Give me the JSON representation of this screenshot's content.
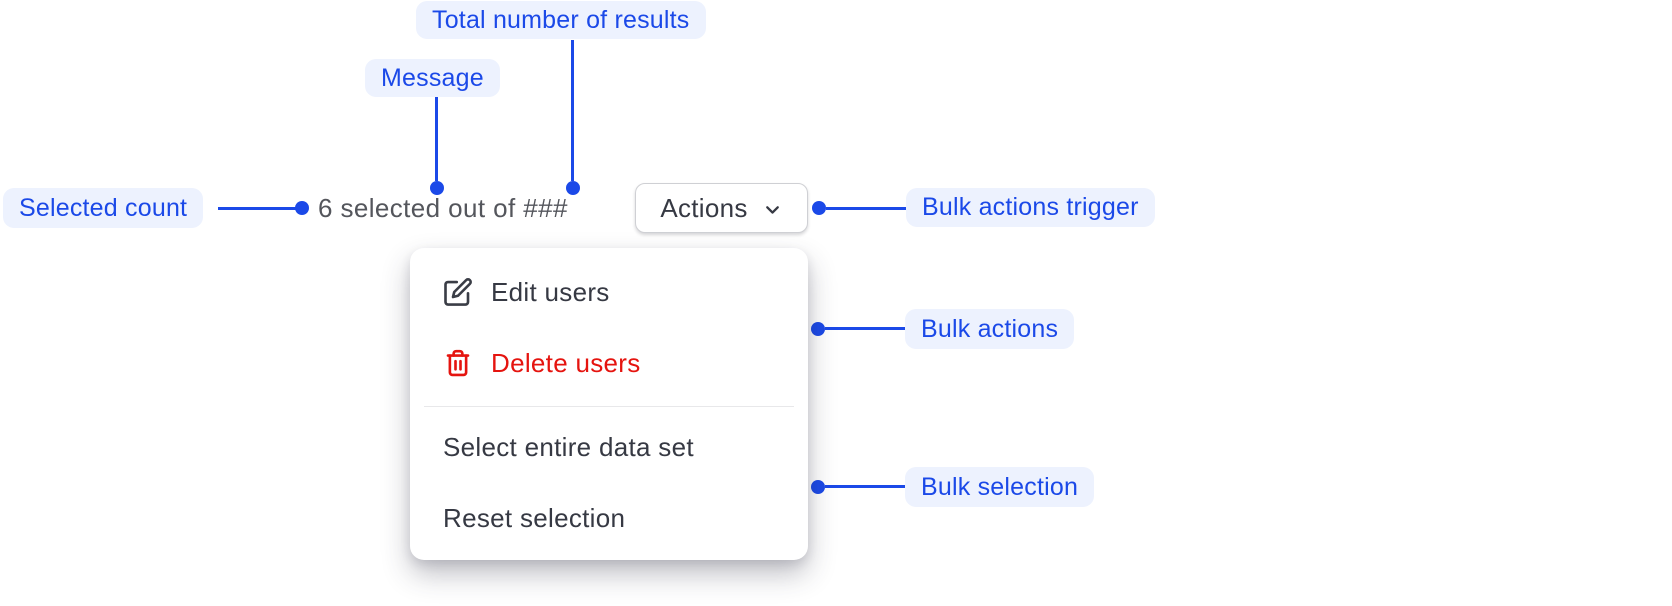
{
  "annotations": {
    "total_results": "Total number of results",
    "message": "Message",
    "selected_count": "Selected count",
    "bulk_actions_trigger": "Bulk actions trigger",
    "bulk_actions": "Bulk actions",
    "bulk_selection": "Bulk selection"
  },
  "toolbar": {
    "message": "6 selected out of ###",
    "actions_button": "Actions"
  },
  "menu": {
    "items": [
      {
        "label": "Edit users",
        "icon": "edit-icon",
        "danger": false
      },
      {
        "label": "Delete users",
        "icon": "trash-icon",
        "danger": true
      },
      {
        "label": "Select entire data set"
      },
      {
        "label": "Reset selection"
      }
    ]
  },
  "colors": {
    "annotation_blue": "#1b49e8",
    "annotation_pill_bg": "#edf2fe",
    "danger_red": "#e5140f",
    "text_dark": "#363943",
    "text_gray": "#54565c"
  }
}
